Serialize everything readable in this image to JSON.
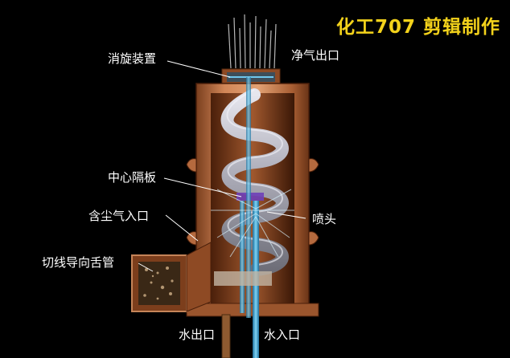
{
  "watermark": "化工707 剪辑制作",
  "labels": {
    "deswirl": "消旋装置",
    "clean_gas_outlet": "净气出口",
    "center_baffle": "中心隔板",
    "dusty_gas_inlet": "含尘气入口",
    "nozzle": "喷头",
    "tangential_tongue": "切线导向舌管",
    "water_outlet": "水出口",
    "water_inlet": "水入口"
  },
  "colors": {
    "background": "#000000",
    "shell": "#c97a4a",
    "spiral": "#b9b9c4",
    "water": "#3aa6d6",
    "watermark": "#f3d21b"
  }
}
